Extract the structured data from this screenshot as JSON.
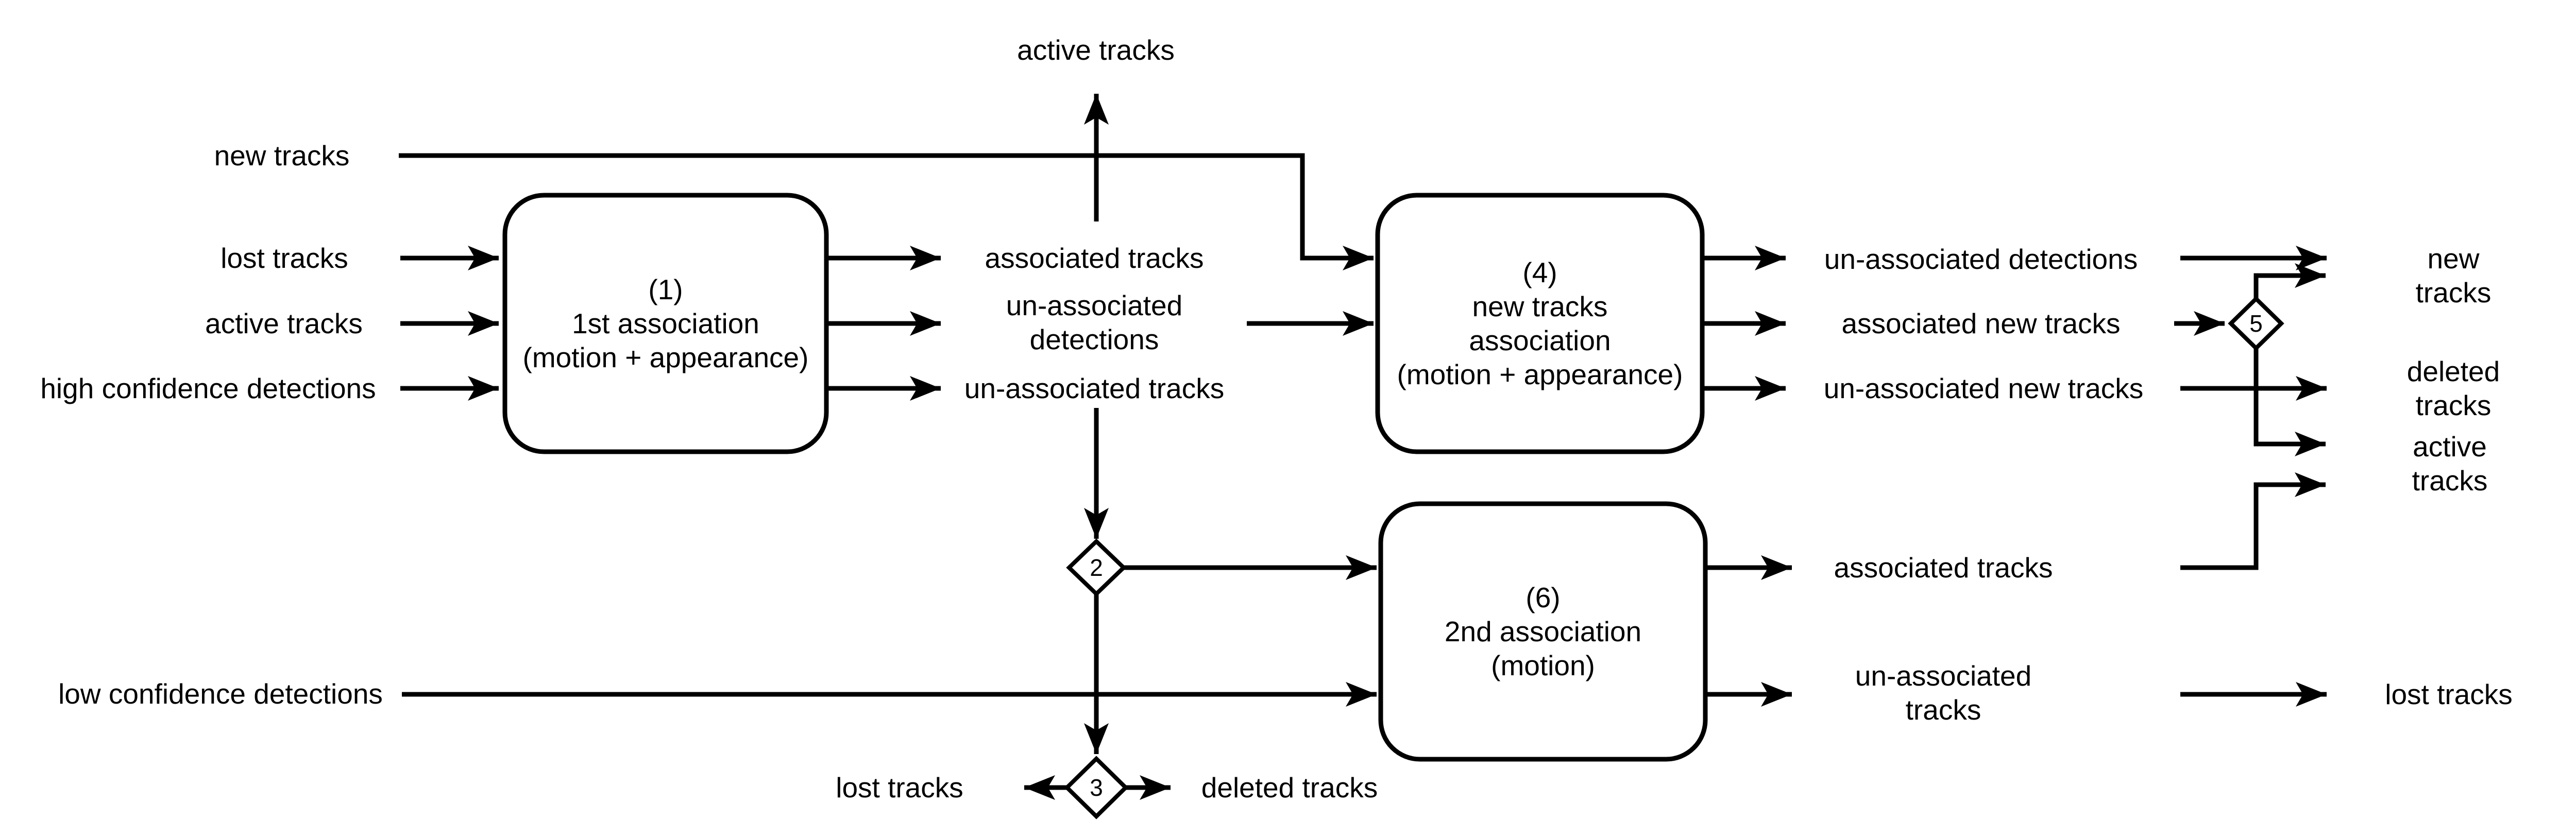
{
  "diagram": {
    "title_implicit": "multi-object tracking association pipeline",
    "colors": {
      "background": "#ffffff",
      "stroke": "#000000",
      "node_fill": "#ffffff",
      "text": "#000000"
    },
    "nodes": {
      "box1": {
        "label": "(1)\n1st association\n(motion + appearance)"
      },
      "box4": {
        "label": "(4)\nnew tracks\nassociation\n(motion + appearance)"
      },
      "box6": {
        "label": "(6)\n2nd association\n(motion)"
      },
      "diamond2": {
        "label": "2"
      },
      "diamond3": {
        "label": "3"
      },
      "diamond5": {
        "label": "5"
      }
    },
    "labels": {
      "active_tracks_top": "active tracks",
      "new_tracks_in": "new tracks",
      "lost_tracks_in": "lost tracks",
      "active_tracks_in": "active tracks",
      "high_conf_detections": "high confidence detections",
      "associated_tracks_mid": "associated tracks",
      "unassociated_detections_mid": "un-associated\ndetections",
      "unassociated_tracks_mid": "un-associated tracks",
      "unassociated_detections_out": "un-associated detections",
      "associated_new_tracks": "associated new tracks",
      "unassociated_new_tracks": "un-associated new tracks",
      "new_tracks_out": "new tracks",
      "deleted_tracks_out": "deleted tracks",
      "active_tracks_out": "active tracks",
      "low_conf_detections": "low confidence detections",
      "lost_tracks_bottom": "lost tracks",
      "deleted_tracks_bottom": "deleted tracks",
      "associated_tracks_out": "associated tracks",
      "unassociated_tracks_out": "un-associated\ntracks",
      "lost_tracks_out": "lost tracks"
    }
  }
}
